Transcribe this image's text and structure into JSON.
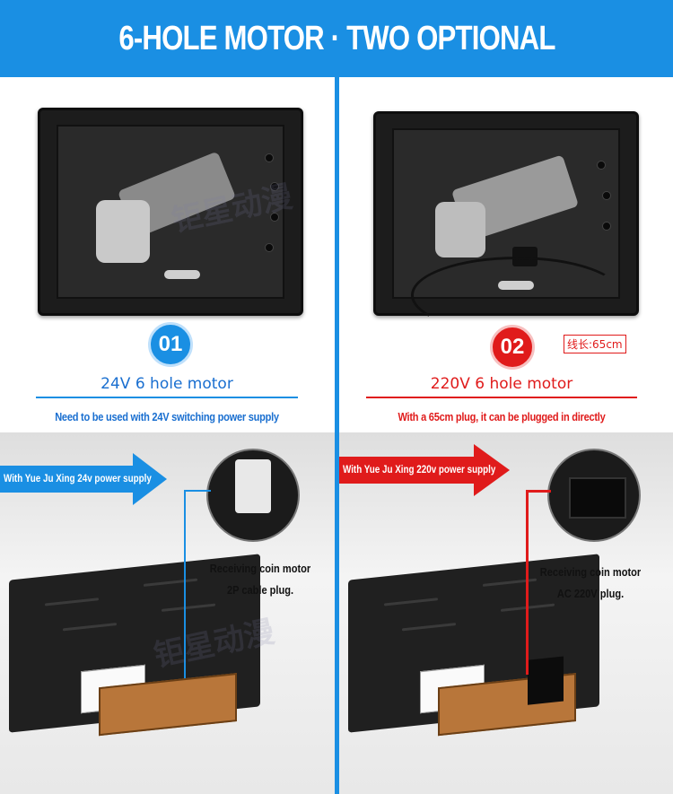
{
  "header": {
    "title": "6-HOLE MOTOR · TWO OPTIONAL"
  },
  "colors": {
    "brand_blue": "#1a8fe3",
    "accent_red": "#e01b1b"
  },
  "options": [
    {
      "number": "01",
      "title": "24V 6 hole motor",
      "note": "Need to be used with 24V switching power supply",
      "arrow_label": "With Yue Ju Xing 24v power supply",
      "caption_line1": "Receiving coin motor",
      "caption_line2": "2P cable plug."
    },
    {
      "number": "02",
      "title": "220V 6 hole motor",
      "note": "With a 65cm plug, it can be plugged in directly",
      "cable_length": "线长:65cm",
      "arrow_label": "With Yue Ju Xing 220v power supply",
      "caption_line1": "Receiving coin motor",
      "caption_line2": "AC 220V plug."
    }
  ],
  "watermark": "钜星动漫"
}
